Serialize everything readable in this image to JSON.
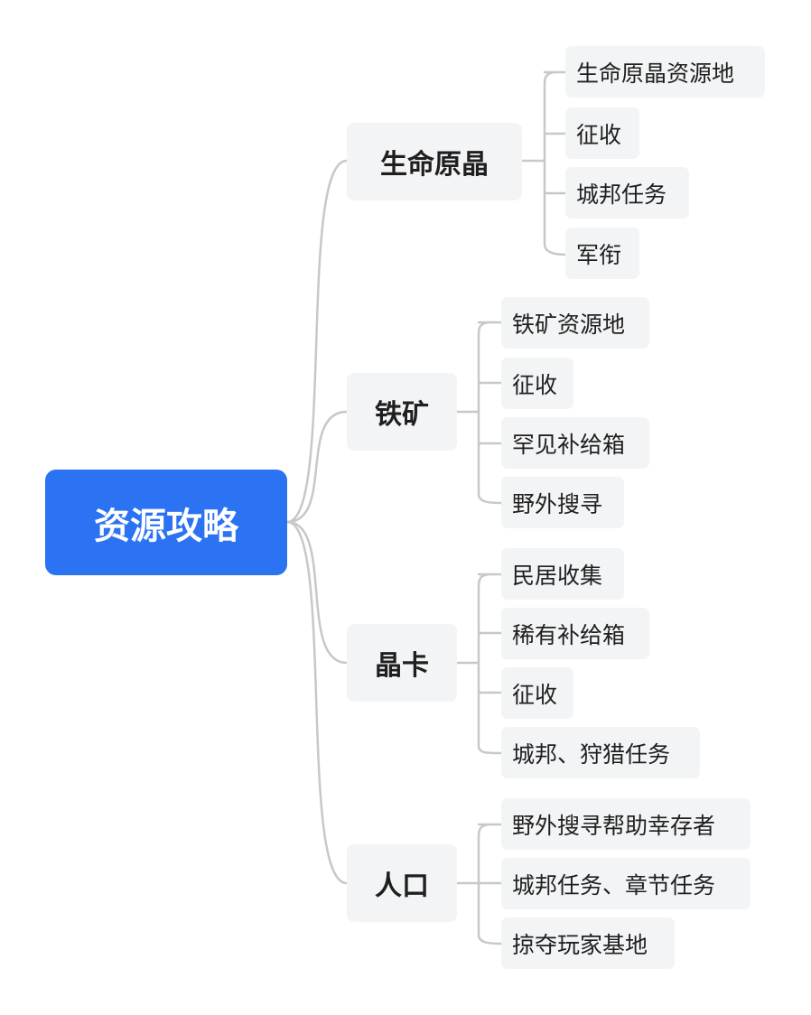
{
  "mindmap": {
    "root": "资源攻略",
    "branches": [
      {
        "label": "生命原晶",
        "children": [
          "生命原晶资源地",
          "征收",
          "城邦任务",
          "军衔"
        ]
      },
      {
        "label": "铁矿",
        "children": [
          "铁矿资源地",
          "征收",
          "罕见补给箱",
          "野外搜寻"
        ]
      },
      {
        "label": "晶卡",
        "children": [
          "民居收集",
          "稀有补给箱",
          "征收",
          "城邦、狩猎任务"
        ]
      },
      {
        "label": "人口",
        "children": [
          "野外搜寻帮助幸存者",
          "城邦任务、章节任务",
          "掠夺玩家基地"
        ]
      }
    ]
  },
  "colors": {
    "root_fill": "#2b73f2",
    "node_fill": "#f3f4f6",
    "connector": "#c8c8c8"
  }
}
